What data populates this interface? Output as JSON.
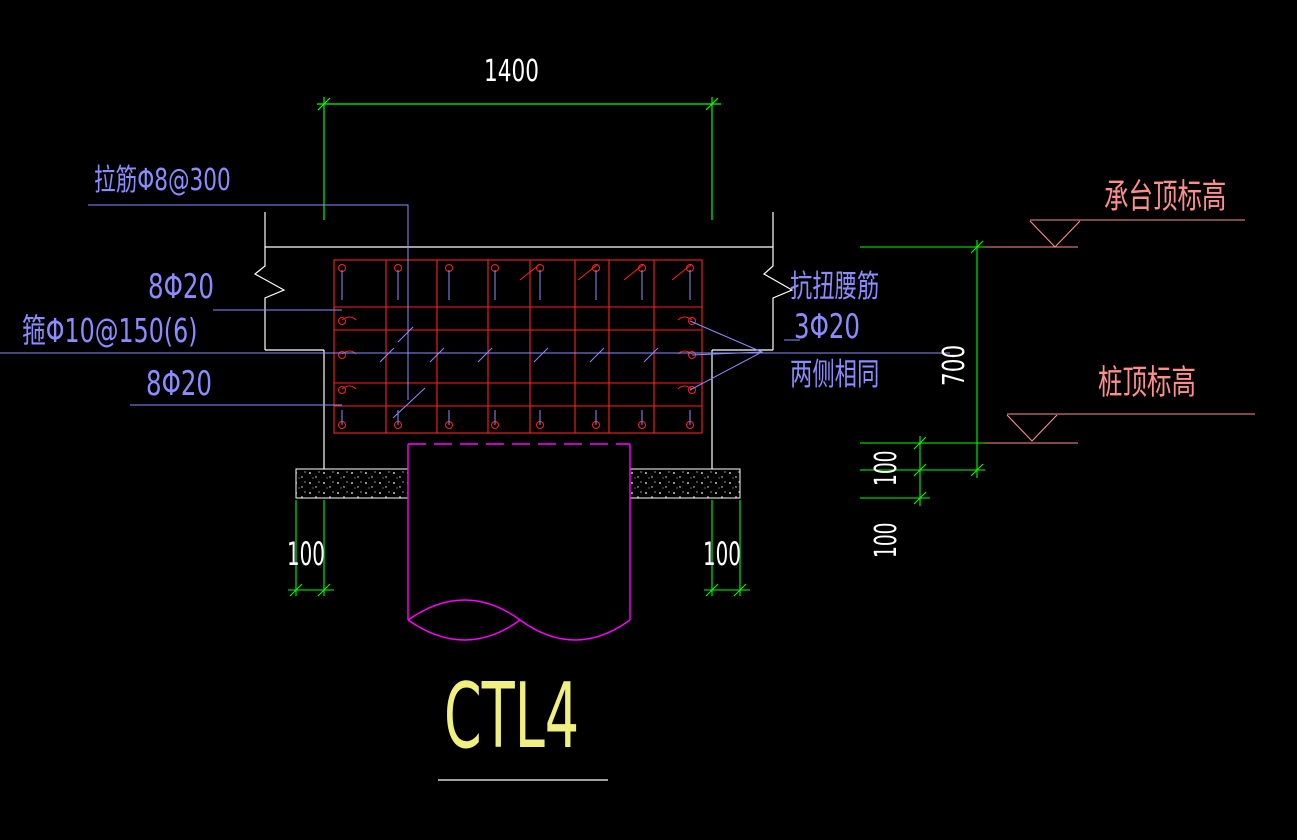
{
  "drawing": {
    "title": "CTL4",
    "dims": {
      "top_width": "1400",
      "height": "700",
      "right_100_a": "100",
      "right_100_b": "100",
      "bottom_left": "100",
      "bottom_right": "100"
    },
    "rebar_labels": {
      "tie_bar": "拉筋Φ8@300",
      "top_bars": "8Φ20",
      "stirrup": "箍Φ10@150(6)",
      "bottom_bars": "8Φ20",
      "torsion_1": "抗扭腰筋",
      "torsion_2": "3Φ20",
      "torsion_3": "两侧相同"
    },
    "elevations": {
      "cap_top": "承台顶标高",
      "pile_top": "桩顶标高"
    }
  },
  "colors": {
    "background": "#000000",
    "dimension": "#00ff00",
    "leader": "#8c8cff",
    "rebar": "#ff2020",
    "outline": "#ffffff",
    "pile": "#ff00ff",
    "elevation": "#ff8f8f",
    "title": "#f0f080"
  }
}
